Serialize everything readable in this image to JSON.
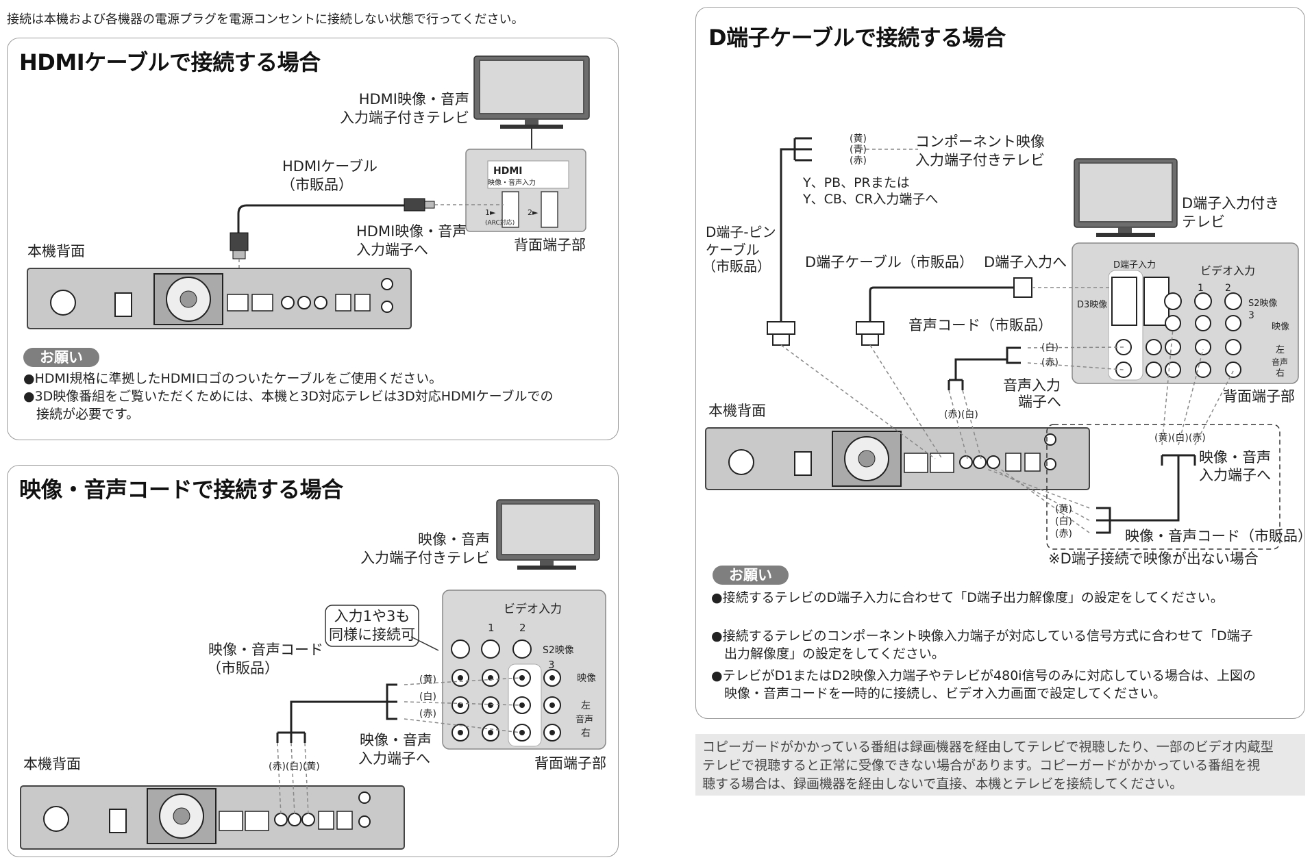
{
  "header_note": "接続は本機および各機器の電源プラグを電源コンセントに接続しない状態で行ってください。",
  "hdmi": {
    "title": "HDMIケーブルで接続する場合",
    "tv_label_1": "HDMI映像・音声",
    "tv_label_2": "入力端子付きテレビ",
    "cable_label_1": "HDMIケーブル",
    "cable_label_2": "（市販品）",
    "to_label_1": "HDMI映像・音声",
    "to_label_2": "入力端子へ",
    "rear_panel": "背面端子部",
    "unit_rear": "本機背面",
    "panel_logo": "HDMI",
    "panel_in": "映像・音声入力",
    "panel_1": "1►",
    "panel_arc": "(ARC対応)",
    "panel_2": "2►",
    "notice_label": "お願い",
    "notes": [
      "●HDMI規格に準拠したHDMIロゴのついたケーブルをご使用ください。",
      "●3D映像番組をご覧いただくためには、本機と3D対応テレビは3D対応HDMIケーブルでの",
      "　接続が必要です。"
    ]
  },
  "av": {
    "title": "映像・音声コードで接続する場合",
    "tv_label_1": "映像・音声",
    "tv_label_2": "入力端子付きテレビ",
    "callout_1": "入力1や3も",
    "callout_2": "同様に接続可",
    "cable_label_1": "映像・音声コード",
    "cable_label_2": "（市販品）",
    "to_label_1": "映像・音声",
    "to_label_2": "入力端子へ",
    "rear_panel": "背面端子部",
    "unit_rear": "本機背面",
    "video_in": "ビデオ入力",
    "num_1": "1",
    "num_2": "2",
    "num_3": "3",
    "s2": "S2映像",
    "video": "映像",
    "left": "左",
    "audio": "音声",
    "right": "右",
    "yellow": "(黄)",
    "white": "(白)",
    "red": "(赤)",
    "plugs": "(赤)(白)(黄)"
  },
  "d": {
    "title": "D端子ケーブルで接続する場合",
    "yellow": "(黄)",
    "blue": "(青)",
    "red": "(赤)",
    "white": "(白)",
    "comp_label_1": "コンポーネント映像",
    "comp_label_2": "入力端子付きテレビ",
    "ypbpr_1": "Y、PB、PRまたは",
    "ypbpr_2": "Y、CB、CR入力端子へ",
    "dpin_1": "D端子-ピン",
    "dpin_2": "ケーブル",
    "dpin_3": "（市販品）",
    "dcable": "D端子ケーブル（市販品）",
    "dinput_to": "D端子入力へ",
    "tv_label_1": "D端子入力付き",
    "tv_label_2": "テレビ",
    "audio_cord": "音声コード（市販品）",
    "audio_to_1": "音声入力",
    "audio_to_2": "端子へ",
    "plugs": "(赤)(白)",
    "unit_rear": "本機背面",
    "rear_panel": "背面端子部",
    "d_input": "D端子入力",
    "d3": "D3映像",
    "video_in": "ビデオ入力",
    "n1": "1",
    "n2": "2",
    "n3": "3",
    "s2": "S2映像",
    "video": "映像",
    "left": "左",
    "audio": "音声",
    "right": "右",
    "ywr": "(黄)(白)(赤)",
    "av_to_1": "映像・音声",
    "av_to_2": "入力端子へ",
    "av_cord": "映像・音声コード（市販品）",
    "footnote": "※D端子接続で映像が出ない場合",
    "notice_label": "お願い",
    "notes": [
      "●接続するテレビのD端子入力に合わせて「D端子出力解像度」の設定をしてください。",
      "●接続するテレビのコンポーネント映像入力端子が対応している信号方式に合わせて「D端子",
      "　出力解像度」の設定をしてください。",
      "●テレビがD1またはD2映像入力端子やテレビが480i信号のみに対応している場合は、上図の",
      "　映像・音声コードを一時的に接続し、ビデオ入力画面で設定してください。"
    ]
  },
  "copyguard": [
    "コピーガードがかかっている番組は録画機器を経由してテレビで視聴したり、一部のビデオ内蔵型",
    "テレビで視聴すると正常に受像できない場合があります。コピーガードがかかっている番組を視",
    "聴する場合は、録画機器を経由しないで直接、本機とテレビを接続してください。"
  ]
}
